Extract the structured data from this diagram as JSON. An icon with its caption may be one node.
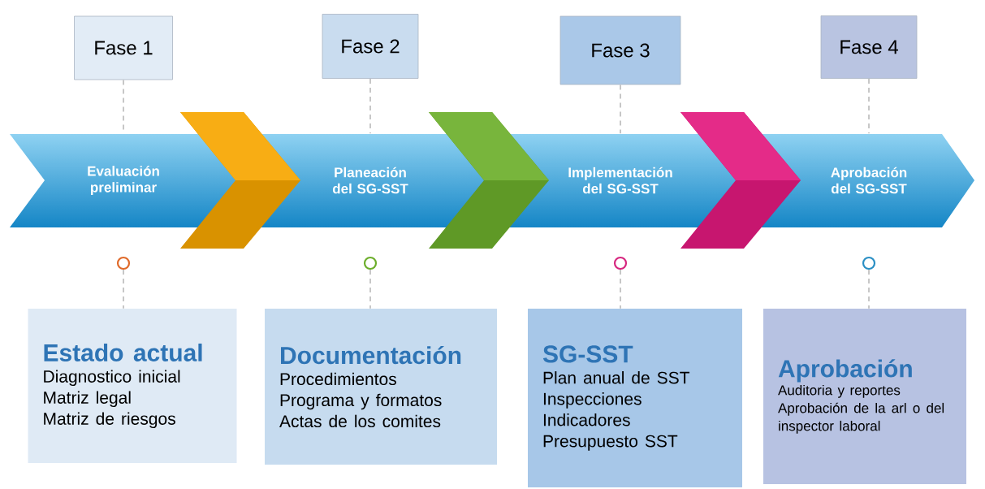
{
  "diagram": {
    "nodes": [
      {
        "text": [
          "Fase 1"
        ]
      },
      {
        "text": [
          "Fase 2"
        ]
      },
      {
        "text": [
          "Fase 3"
        ]
      },
      {
        "text": [
          "Fase 4"
        ]
      },
      {
        "text": [
          "Evaluación preliminar"
        ]
      },
      {
        "text": [
          "Planeación del SG-SST"
        ]
      },
      {
        "text": [
          "Implementación del SG-SST"
        ]
      },
      {
        "text": [
          "Aprobación del SG-SST"
        ]
      },
      {
        "text": [],
        "shape": "circle"
      },
      {
        "text": [],
        "shape": "circle"
      },
      {
        "text": [],
        "shape": "circle"
      },
      {
        "text": [],
        "shape": "circle"
      },
      {
        "text": [
          "Estado actual",
          "Diagnostico inicial",
          "Matriz legal",
          "Matriz de riesgos"
        ]
      },
      {
        "text": [
          "Documentación",
          "Procedimientos",
          "Programa y formatos",
          "Actas de los comites"
        ]
      },
      {
        "text": [
          "SG-SST",
          "Plan anual de SST",
          "Inspecciones",
          "Indicadores",
          "Presupuesto SST"
        ]
      },
      {
        "text": [
          "Aprobación",
          "Auditoria y reportes",
          "Aprobación de la arl o del inspector laboral"
        ]
      }
    ],
    "edges": [
      {
        "from": 0,
        "to": 4,
        "arrow": "none",
        "style": "dashed"
      },
      {
        "from": 1,
        "to": 5,
        "arrow": "none",
        "style": "dashed"
      },
      {
        "from": 2,
        "to": 6,
        "arrow": "none",
        "style": "dashed"
      },
      {
        "from": 3,
        "to": 7,
        "arrow": "none",
        "style": "dashed"
      },
      {
        "from": 4,
        "to": 5,
        "arrow": "to",
        "color": "#f7a600"
      },
      {
        "from": 5,
        "to": 6,
        "arrow": "to",
        "color": "#6cae2b"
      },
      {
        "from": 6,
        "to": 7,
        "arrow": "to",
        "color": "#e2197e"
      },
      {
        "from": 8,
        "to": 12,
        "arrow": "none",
        "style": "dashed"
      },
      {
        "from": 9,
        "to": 13,
        "arrow": "none",
        "style": "dashed"
      },
      {
        "from": 10,
        "to": 14,
        "arrow": "none",
        "style": "dashed"
      },
      {
        "from": 11,
        "to": 15,
        "arrow": "none",
        "style": "dashed"
      }
    ]
  }
}
